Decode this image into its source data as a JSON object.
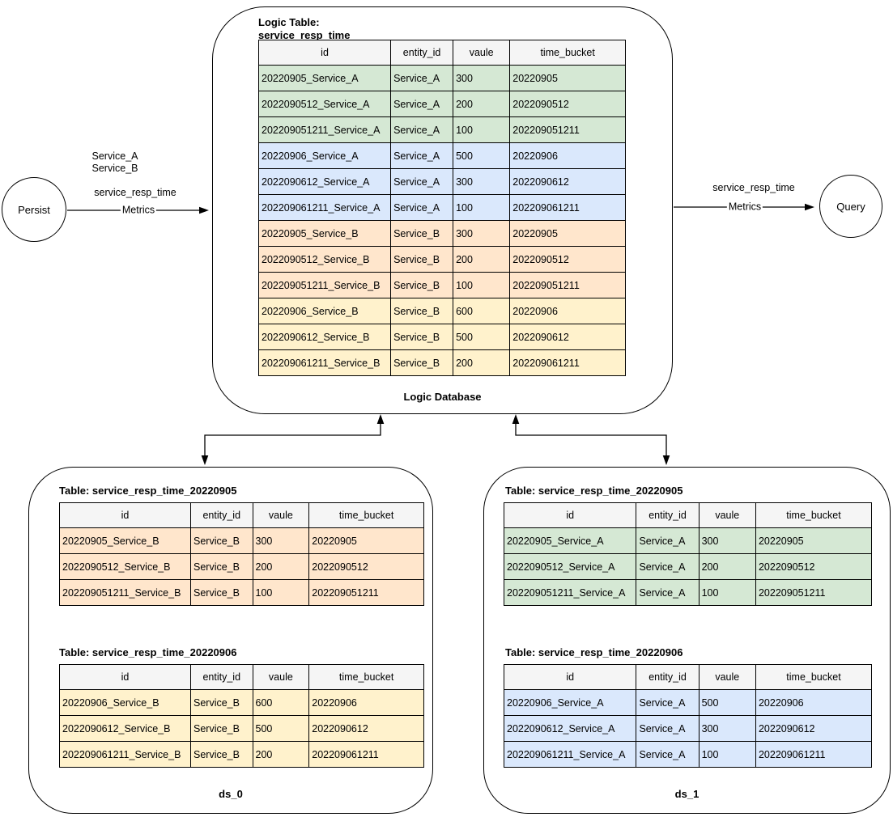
{
  "colors": {
    "green": "#d5e8d4",
    "blue": "#dae8fc",
    "orange": "#ffe6cc",
    "yellow": "#fff2cc",
    "header_bg": "#f5f5f5",
    "line": "#000000"
  },
  "nodes": {
    "persist_label": "Persist",
    "query_label": "Query"
  },
  "edges": {
    "persist_to_db": {
      "service_a": "Service_A",
      "service_b": "Service_B",
      "metric_name": "service_resp_time",
      "on_line": "Metrics"
    },
    "db_to_query": {
      "metric_name": "service_resp_time",
      "on_line": "Metrics"
    }
  },
  "logic_db": {
    "title_line1": "Logic Table:",
    "title_line2": "service_resp_time",
    "caption": "Logic Database",
    "table": {
      "columns": [
        "id",
        "entity_id",
        "vaule",
        "time_bucket"
      ],
      "rows": [
        [
          "20220905_Service_A",
          "Service_A",
          "300",
          "20220905"
        ],
        [
          "2022090512_Service_A",
          "Service_A",
          "200",
          "2022090512"
        ],
        [
          "202209051211_Service_A",
          "Service_A",
          "100",
          "202209051211"
        ],
        [
          "20220906_Service_A",
          "Service_A",
          "500",
          "20220906"
        ],
        [
          "2022090612_Service_A",
          "Service_A",
          "300",
          "2022090612"
        ],
        [
          "202209061211_Service_A",
          "Service_A",
          "100",
          "202209061211"
        ],
        [
          "20220905_Service_B",
          "Service_B",
          "300",
          "20220905"
        ],
        [
          "2022090512_Service_B",
          "Service_B",
          "200",
          "2022090512"
        ],
        [
          "202209051211_Service_B",
          "Service_B",
          "100",
          "202209051211"
        ],
        [
          "20220906_Service_B",
          "Service_B",
          "600",
          "20220906"
        ],
        [
          "2022090612_Service_B",
          "Service_B",
          "500",
          "2022090612"
        ],
        [
          "202209061211_Service_B",
          "Service_B",
          "200",
          "202209061211"
        ]
      ],
      "row_colors": [
        "green",
        "green",
        "green",
        "blue",
        "blue",
        "blue",
        "orange",
        "orange",
        "orange",
        "yellow",
        "yellow",
        "yellow"
      ]
    }
  },
  "ds_0": {
    "caption": "ds_0",
    "tables": [
      {
        "title": "Table: service_resp_time_20220905",
        "columns": [
          "id",
          "entity_id",
          "vaule",
          "time_bucket"
        ],
        "row_color": "orange",
        "rows": [
          [
            "20220905_Service_B",
            "Service_B",
            "300",
            "20220905"
          ],
          [
            "2022090512_Service_B",
            "Service_B",
            "200",
            "2022090512"
          ],
          [
            "202209051211_Service_B",
            "Service_B",
            "100",
            "202209051211"
          ]
        ]
      },
      {
        "title": "Table: service_resp_time_20220906",
        "columns": [
          "id",
          "entity_id",
          "vaule",
          "time_bucket"
        ],
        "row_color": "yellow",
        "rows": [
          [
            "20220906_Service_B",
            "Service_B",
            "600",
            "20220906"
          ],
          [
            "2022090612_Service_B",
            "Service_B",
            "500",
            "2022090612"
          ],
          [
            "202209061211_Service_B",
            "Service_B",
            "200",
            "202209061211"
          ]
        ]
      }
    ]
  },
  "ds_1": {
    "caption": "ds_1",
    "tables": [
      {
        "title": "Table: service_resp_time_20220905",
        "columns": [
          "id",
          "entity_id",
          "vaule",
          "time_bucket"
        ],
        "row_color": "green",
        "rows": [
          [
            "20220905_Service_A",
            "Service_A",
            "300",
            "20220905"
          ],
          [
            "2022090512_Service_A",
            "Service_A",
            "200",
            "2022090512"
          ],
          [
            "202209051211_Service_A",
            "Service_A",
            "100",
            "202209051211"
          ]
        ]
      },
      {
        "title": "Table: service_resp_time_20220906",
        "columns": [
          "id",
          "entity_id",
          "vaule",
          "time_bucket"
        ],
        "row_color": "blue",
        "rows": [
          [
            "20220906_Service_A",
            "Service_A",
            "500",
            "20220906"
          ],
          [
            "2022090612_Service_A",
            "Service_A",
            "300",
            "2022090612"
          ],
          [
            "202209061211_Service_A",
            "Service_A",
            "100",
            "202209061211"
          ]
        ]
      }
    ]
  }
}
